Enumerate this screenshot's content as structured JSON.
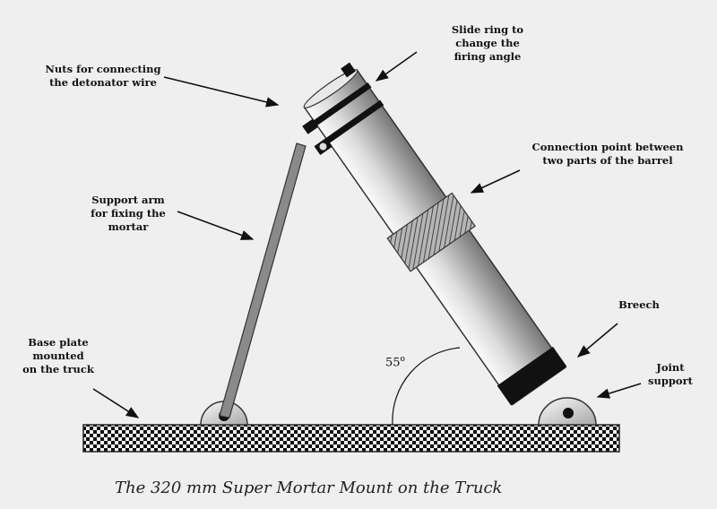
{
  "caption": "The 320 mm Super Mortar Mount on the Truck",
  "angle_label": "55",
  "angle_degree": "o",
  "labels": {
    "nuts": [
      "Nuts for connecting",
      "the detonator wire"
    ],
    "slide_ring": [
      "Slide ring to",
      "change the",
      "firing angle"
    ],
    "connection_point": [
      "Connection point between",
      "two parts of the barrel"
    ],
    "support_arm": [
      "Support arm",
      "for fixing the",
      "mortar"
    ],
    "breech": [
      "Breech"
    ],
    "base_plate": [
      "Base plate",
      "mounted",
      "on the truck"
    ],
    "joint_support": [
      "Joint",
      "support"
    ]
  },
  "colors": {
    "background": "#efefef",
    "barrel_light": "#f7f7f7",
    "barrel_dark": "#7d7d7d",
    "ink": "#111111"
  }
}
